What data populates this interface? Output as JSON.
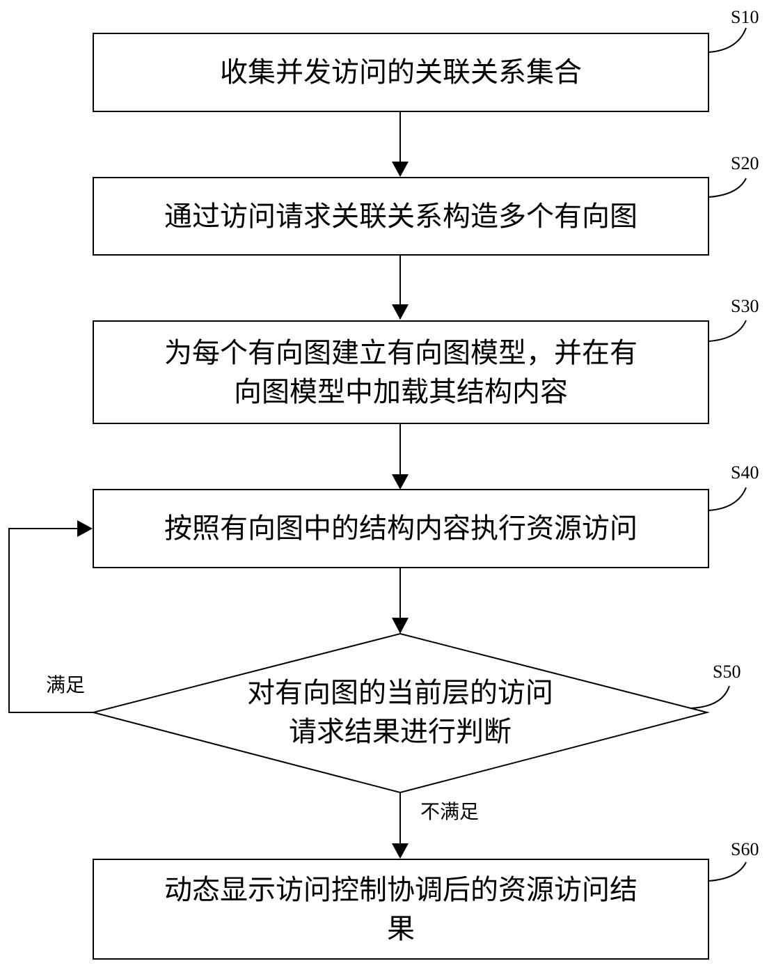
{
  "steps": [
    {
      "id": "S10",
      "text": "收集并发访问的关联关系集合"
    },
    {
      "id": "S20",
      "text": "通过访问请求关联关系构造多个有向图"
    },
    {
      "id": "S30",
      "line1": "为每个有向图建立有向图模型，并在有",
      "line2": "向图模型中加载其结构内容"
    },
    {
      "id": "S40",
      "text": "按照有向图中的结构内容执行资源访问"
    },
    {
      "id": "S50",
      "line1": "对有向图的当前层的访问",
      "line2": "请求结果进行判断"
    },
    {
      "id": "S60",
      "line1": "动态显示访问控制协调后的资源访问结",
      "line2": "果"
    }
  ],
  "edges": {
    "satisfied": "满足",
    "not_satisfied": "不满足"
  },
  "colors": {
    "line": "#000000",
    "background": "#ffffff"
  }
}
